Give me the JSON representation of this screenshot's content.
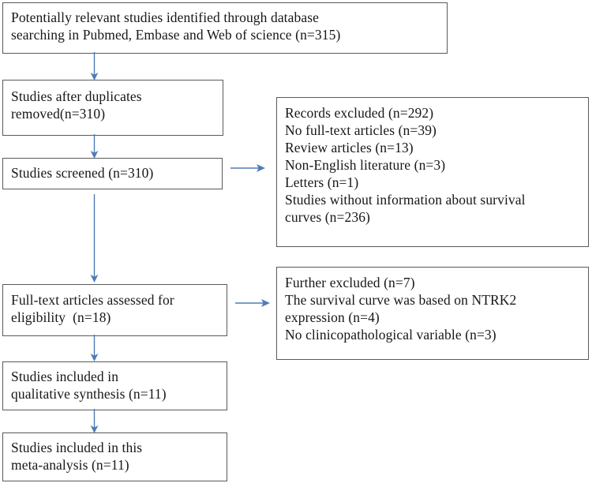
{
  "diagram": {
    "title": "PRISMA study selection flow diagram",
    "accent_color": "#4f7cb5",
    "border_color": "#5a5a5a",
    "text_color": "#171717",
    "background": "#ffffff"
  },
  "nodes": {
    "identified": {
      "name": "records-identified",
      "lines": [
        "Potentially relevant studies identified through database",
        "searching in Pubmed, Embase and Web of science (n=315)"
      ],
      "count": 315
    },
    "duplicates": {
      "name": "studies-after-duplicates",
      "lines": [
        "Studies after duplicates",
        "removed(n=310)"
      ],
      "count": 310
    },
    "screened": {
      "name": "studies-screened",
      "lines": [
        "Studies screened (n=310)"
      ],
      "count": 310
    },
    "fulltext": {
      "name": "full-text-assessed",
      "lines": [
        "Full-text articles assessed for",
        "eligibility  (n=18)"
      ],
      "count": 18
    },
    "qualitative": {
      "name": "included-qualitative-synthesis",
      "lines": [
        "Studies included in",
        "qualitative synthesis (n=11)"
      ],
      "count": 11
    },
    "meta": {
      "name": "included-meta-analysis",
      "lines": [
        "Studies included in this",
        "meta-analysis (n=11)"
      ],
      "count": 11
    },
    "excluded": {
      "name": "records-excluded",
      "lines": [
        "Records excluded (n=292)",
        "No full-text articles (n=39)",
        "Review articles (n=13)",
        "Non-English literature (n=3)",
        "Letters (n=1)",
        "Studies without information about survival",
        "curves (n=236)"
      ],
      "total": 292,
      "reasons": [
        {
          "label": "No full-text articles",
          "n": 39
        },
        {
          "label": "Review articles",
          "n": 13
        },
        {
          "label": "Non-English literature",
          "n": 3
        },
        {
          "label": "Letters",
          "n": 1
        },
        {
          "label": "Studies without information about survival curves",
          "n": 236
        }
      ]
    },
    "further": {
      "name": "further-excluded",
      "lines": [
        "Further excluded (n=7)",
        "The survival curve was based on NTRK2",
        "expression (n=4)",
        "No clinicopathological variable (n=3)"
      ],
      "total": 7,
      "reasons": [
        {
          "label": "The survival curve was based on NTRK2 expression",
          "n": 4
        },
        {
          "label": "No clinicopathological variable",
          "n": 3
        }
      ]
    }
  },
  "arrows": [
    {
      "name": "arrow-identified-to-duplicates",
      "direction": "down"
    },
    {
      "name": "arrow-duplicates-to-screened",
      "direction": "down"
    },
    {
      "name": "arrow-screened-to-excluded",
      "direction": "right"
    },
    {
      "name": "arrow-screened-to-fulltext",
      "direction": "down"
    },
    {
      "name": "arrow-fulltext-to-further",
      "direction": "right"
    },
    {
      "name": "arrow-fulltext-to-qualitative",
      "direction": "down"
    },
    {
      "name": "arrow-qualitative-to-meta",
      "direction": "down"
    }
  ]
}
